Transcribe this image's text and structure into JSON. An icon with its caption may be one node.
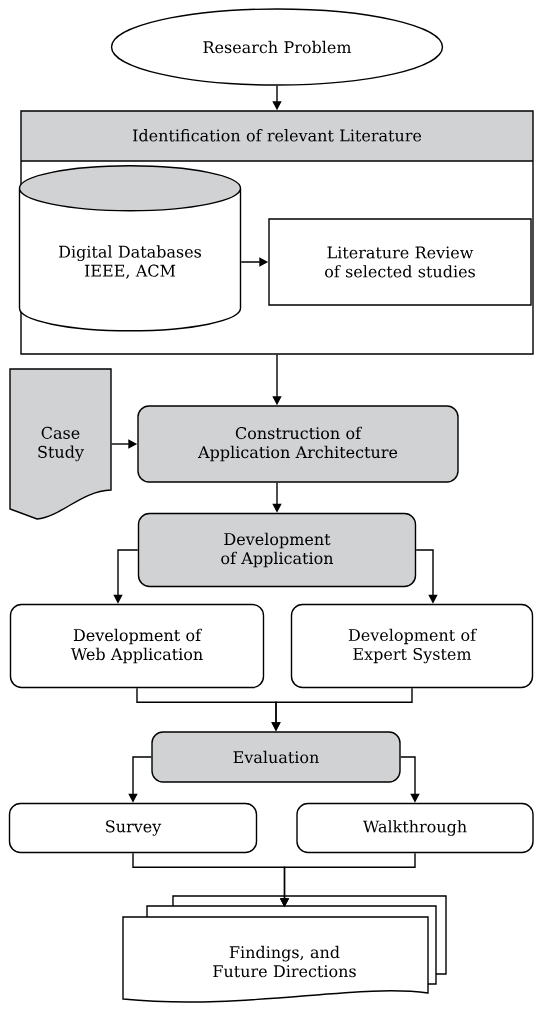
{
  "diagram": {
    "nodes": [
      {
        "text": [
          "Research Problem"
        ]
      },
      {
        "text": [
          "Identification of relevant Literature"
        ]
      },
      {
        "text": [
          "Digital Databases IEEE, ACM"
        ],
        "in": 1
      },
      {
        "text": [
          "Literature Review of selected studies"
        ],
        "in": 1
      },
      {
        "text": [
          "Case Study"
        ]
      },
      {
        "text": [
          "Construction of Application Architecture"
        ]
      },
      {
        "text": [
          "Development of Application"
        ]
      },
      {
        "text": [
          "Development of Web Application"
        ]
      },
      {
        "text": [
          "Development of Expert System"
        ]
      },
      {
        "text": [
          "Evaluation"
        ]
      },
      {
        "text": [
          "Survey"
        ]
      },
      {
        "text": [
          "Walkthrough"
        ]
      },
      {
        "text": [
          "Findings, and Future Directions"
        ]
      }
    ],
    "edges": [
      {
        "from": 0,
        "to": 1,
        "arrow": "to"
      },
      {
        "from": 2,
        "to": 3,
        "arrow": "to"
      },
      {
        "from": 1,
        "to": 5,
        "arrow": "to"
      },
      {
        "from": 4,
        "to": 5,
        "arrow": "to"
      },
      {
        "from": 5,
        "to": 6,
        "arrow": "to"
      },
      {
        "from": 6,
        "to": 7,
        "arrow": "to"
      },
      {
        "from": 6,
        "to": 8,
        "arrow": "to"
      },
      {
        "from": 7,
        "to": 9,
        "arrow": "to"
      },
      {
        "from": 8,
        "to": 9,
        "arrow": "to"
      },
      {
        "from": 9,
        "to": 10,
        "arrow": "to"
      },
      {
        "from": 9,
        "to": 11,
        "arrow": "to"
      },
      {
        "from": 10,
        "to": 12,
        "arrow": "to"
      },
      {
        "from": 11,
        "to": 12,
        "arrow": "to"
      }
    ]
  }
}
